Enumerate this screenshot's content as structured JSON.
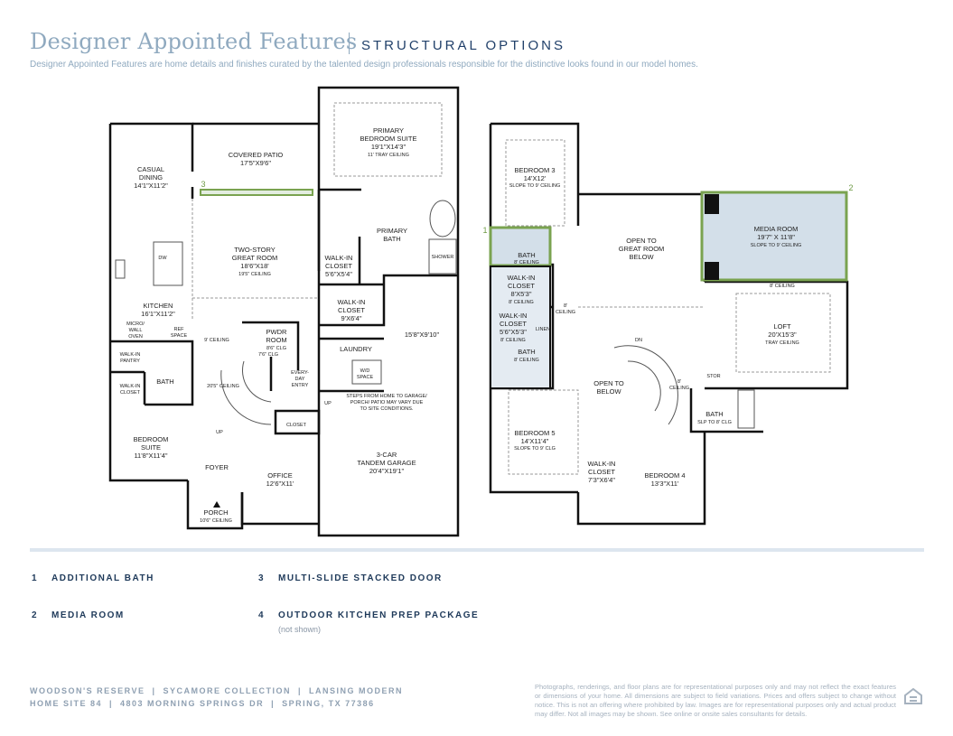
{
  "header": {
    "title": "Designer Appointed Features",
    "subtitle_section": "STRUCTURAL OPTIONS",
    "description": "Designer Appointed Features are home details and finishes curated by the talented design professionals responsible for the distinctive looks found in our model homes."
  },
  "colors": {
    "highlight_outline": "#7aa350",
    "highlight_fill": "#d3dfe9",
    "wall": "#111111",
    "accent_text": "#8fa9bf"
  },
  "first_floor": {
    "casual_dining": [
      "CASUAL",
      "DINING",
      "14'1\"X11'2\""
    ],
    "covered_patio": [
      "COVERED PATIO",
      "17'5\"X9'6\""
    ],
    "primary_suite": [
      "PRIMARY",
      "BEDROOM SUITE",
      "19'1\"X14'3\"",
      "11' TRAY CEILING"
    ],
    "great_room": [
      "TWO-STORY",
      "GREAT ROOM",
      "18'6\"X18'",
      "19'5\" CEILING"
    ],
    "primary_bath": [
      "PRIMARY",
      "BATH"
    ],
    "shower": "SHOWER",
    "walkin_closet_a": [
      "WALK-IN",
      "CLOSET",
      "5'6\"X5'4\""
    ],
    "walkin_closet_b": [
      "WALK-IN",
      "CLOSET",
      "9'X6'4\""
    ],
    "kitchen": [
      "KITCHEN",
      "16'1\"X11'2\""
    ],
    "dw": "DW",
    "micro_oven": [
      "MICRO/",
      "WALL",
      "OVEN"
    ],
    "ref_space": [
      "REF",
      "SPACE"
    ],
    "walkin_pantry": [
      "WALK-IN",
      "PANTRY"
    ],
    "ceiling_9": "9' CEILING",
    "pwdr_room": [
      "PWDR",
      "ROOM",
      "8'6\" CLG",
      "7'6\" CLG"
    ],
    "laundry": "LAUNDRY",
    "garage_extension": "15'8\"X9'10\"",
    "wd_space": [
      "W/D",
      "SPACE"
    ],
    "walkin_closet_c": [
      "WALK-IN",
      "CLOSET"
    ],
    "bath": "BATH",
    "ceiling_20_5": "20'5\" CEILING",
    "everyday_entry": [
      "EVERY-",
      "DAY",
      "ENTRY"
    ],
    "up1": "UP",
    "up2": "UP",
    "steps_note": [
      "STEPS FROM HOME TO GARAGE/",
      "PORCH/ PATIO MAY VARY DUE",
      "TO SITE CONDITIONS."
    ],
    "closet": "CLOSET",
    "bedroom_suite": [
      "BEDROOM",
      "SUITE",
      "11'8\"X11'4\""
    ],
    "foyer": "FOYER",
    "office": [
      "OFFICE",
      "12'6\"X11'"
    ],
    "garage": [
      "3-CAR",
      "TANDEM GARAGE",
      "20'4\"X19'1\""
    ],
    "porch": [
      "PORCH",
      "10'6\" CEILING"
    ]
  },
  "second_floor": {
    "bedroom3": [
      "BEDROOM 3",
      "14'X12'",
      "SLOPE TO 9' CEILING"
    ],
    "open_great_room": [
      "OPEN TO",
      "GREAT ROOM",
      "BELOW"
    ],
    "media_room": [
      "MEDIA ROOM",
      "19'7\" X 11'8\"",
      "SLOPE TO 9' CEILING"
    ],
    "bath_a": [
      "BATH",
      "8' CEILING"
    ],
    "walkin_closet_a": [
      "WALK-IN",
      "CLOSET",
      "8'X5'3\"",
      "8' CEILING"
    ],
    "ceiling_8a": [
      "8'",
      "CEILING"
    ],
    "ceiling_8b": "8' CEILING",
    "walkin_closet_b": [
      "WALK-IN",
      "CLOSET",
      "5'6\"X5'3\"",
      "8' CEILING"
    ],
    "linen": "LINEN",
    "loft": [
      "LOFT",
      "20'X15'3\"",
      "TRAY CEILING"
    ],
    "bath_b": [
      "BATH",
      "8' CEILING"
    ],
    "dn": "DN",
    "open_below": [
      "OPEN TO",
      "BELOW"
    ],
    "ceiling_8c": [
      "8'",
      "CEILING"
    ],
    "stor": "STOR",
    "bath_c": [
      "BATH",
      "SLP TO 8' CLG"
    ],
    "bedroom5": [
      "BEDROOM 5",
      "14'X11'4\"",
      "SLOPE TO 9' CLG"
    ],
    "walkin_closet_c": [
      "WALK-IN",
      "CLOSET",
      "7'3\"X6'4\""
    ],
    "bedroom4": [
      "BEDROOM 4",
      "13'3\"X11'"
    ]
  },
  "callouts": {
    "c1": "1",
    "c2": "2",
    "c3": "3"
  },
  "legend": [
    {
      "num": "1",
      "label": "ADDITIONAL BATH"
    },
    {
      "num": "2",
      "label": "MEDIA ROOM"
    },
    {
      "num": "3",
      "label": "MULTI-SLIDE STACKED DOOR"
    },
    {
      "num": "4",
      "label": "OUTDOOR KITCHEN PREP PACKAGE",
      "note": "(not shown)"
    }
  ],
  "footer": {
    "line1": "WOODSON'S RESERVE  |  SYCAMORE COLLECTION  |  LANSING MODERN",
    "line2": "HOME SITE 84  |  4803 MORNING SPRINGS DR  |  SPRING, TX 77386",
    "disclaimer": "Photographs, renderings, and floor plans are for representational purposes only and may not reflect the exact features or dimensions of your home. All dimensions are subject to field variations. Prices and offers subject to change without notice. This is not an offering where prohibited by law. Images are for representational purposes only and actual product may differ. Not all images may be shown. See online or onsite sales consultants for details."
  }
}
